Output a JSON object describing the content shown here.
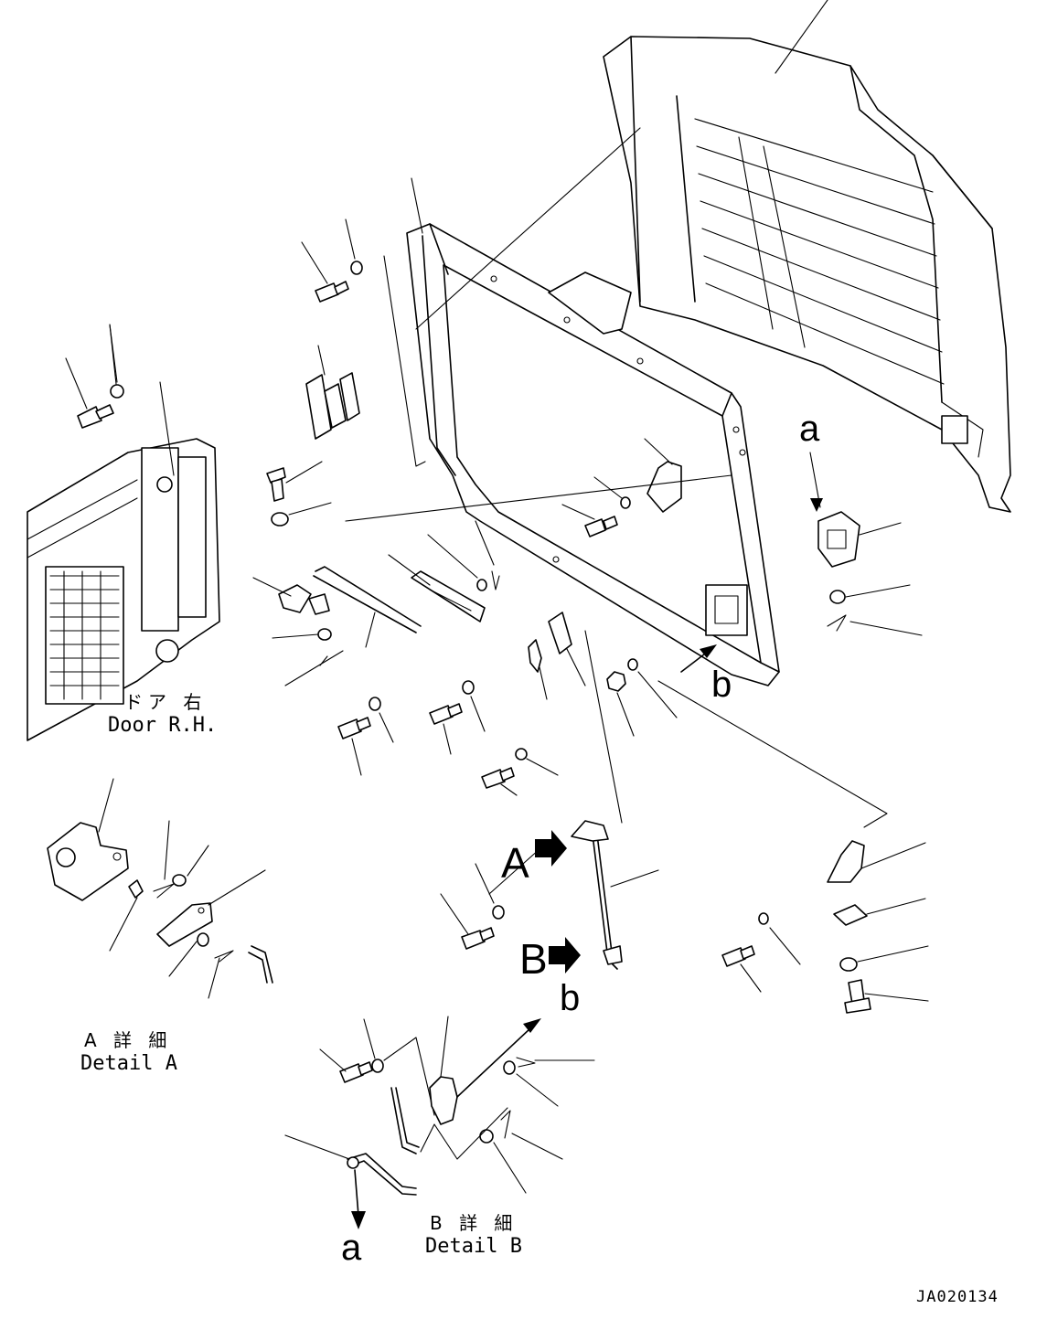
{
  "labels": {
    "door_jp": "ドア 右",
    "door_en": "Door R.H.",
    "detail_a_jp": "A 詳 細",
    "detail_a_en": "Detail A",
    "detail_b_jp": "B 詳 細",
    "detail_b_en": "Detail B",
    "ref_a_top": "a",
    "ref_a_bottom": "a",
    "ref_b_frame": "b",
    "ref_b_detail": "b",
    "callout_a": "A",
    "callout_b": "B",
    "drawing_code": "JA020134"
  }
}
